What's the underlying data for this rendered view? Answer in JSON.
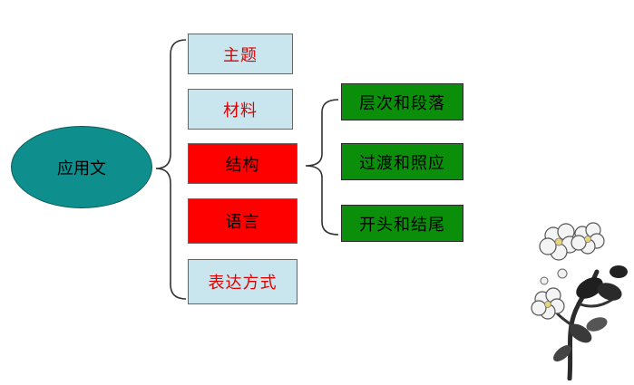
{
  "root": {
    "label": "应用文"
  },
  "branches": [
    {
      "label": "主题",
      "style": "blue"
    },
    {
      "label": "材料",
      "style": "blue"
    },
    {
      "label": "结构",
      "style": "red"
    },
    {
      "label": "语言",
      "style": "red"
    },
    {
      "label": "表达方式",
      "style": "blue"
    }
  ],
  "sub_branches": [
    {
      "label": "层次和段落"
    },
    {
      "label": "过渡和照应"
    },
    {
      "label": "开头和结尾"
    }
  ],
  "colors": {
    "root_fill": "#0f8e8e",
    "blue_box": "#c9e6ee",
    "red_box": "#ff0000",
    "green_box": "#0b8f0b",
    "blue_text": "#e00000"
  },
  "decoration": {
    "icon": "ink-plum-blossom-icon"
  }
}
